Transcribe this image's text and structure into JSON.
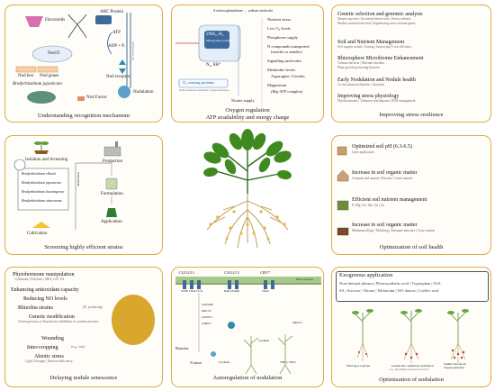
{
  "recognition": {
    "caption": "Understanding recognition mechanism",
    "flavonoids": "Flavonoids",
    "abc_protein": "ABC Protein",
    "atp": "ATP",
    "adp": "ADP + Pᵢ",
    "nod_d": "Nod D",
    "nod_box": "Nod box",
    "nod_genes": "Nod genes",
    "nod_receptor": "Nod receptor",
    "nodulation": "Nodulation",
    "bacterium": "Bradyrhizobium japonicum",
    "nod_factor": "Nod Factor",
    "side_labels": [
      "Soybean root cell",
      "Rhizobium"
    ]
  },
  "oxygen": {
    "caption_line1": "Oxygen regulation",
    "caption_line2": "ATP availability and energy charge",
    "top_label": "S-nitrosoglutathione ← sodium molecule",
    "reaction_left": "2NH₃, H₂",
    "enzyme": "Nitrogenase (complex)",
    "n2_label": "N₂, 8H⁺",
    "sensing_box": "O₂ sensing proteins",
    "sensing_sub": "Spatio-temporal regulation of gene expression",
    "nitrate_supply": "Nitrate supply",
    "list": [
      "Nutrient stress",
      "Low O₂ levels",
      "Phosphorus supply",
      "N compounds transported",
      "(ureides or amides)",
      "Signalling molecules",
      "Metabolite levels",
      "Asparagine | Ureides",
      "Magnesium",
      "(Mg-ATP complex)"
    ]
  },
  "resilience": {
    "caption": "Improving stress resilience",
    "sections": [
      {
        "head": "Genetic selection and genomic analysis",
        "sub": [
          "Deeper tap roots | Increased lateral roots | Stress tolerant",
          "Marker-assisted selection | Engineering stress tolerant genes"
        ]
      },
      {
        "head": "Soil and Nutrient Management",
        "sub": [
          "Soil organic matter | Liming | Improving N use efficiency"
        ]
      },
      {
        "head": "Rhizosphere Microbiome Enhancement",
        "sub": [
          "Tolerant bacteria | Efficient rhizobia",
          "Plant growth promoting bacteria"
        ]
      },
      {
        "head": "Early Nodulation and Nodule health",
        "sub": [
          "Co-inoculation (rhizobia + bacteria)"
        ]
      },
      {
        "head": "Improving stress physiology",
        "sub": [
          "Phytohormones | Tolerance mechanisms | ROS management"
        ]
      }
    ]
  },
  "screening": {
    "caption": "Screening highly efficient strains",
    "isolation": "Isolation and Screening",
    "strains": [
      "Bradyrhizobium elkanii",
      "Bradyrhizobium japonicum",
      "Bradyrhizobium liaoningense",
      "Bradyrhizobium ottawaense"
    ],
    "identification": "Identification",
    "cultivation": "Cultivation",
    "production": "Production",
    "formulation": "Formulation",
    "application": "Application"
  },
  "soil_health": {
    "caption": "Optimization of soil health",
    "items": [
      {
        "head": "Optimized soil pH (6.3-6.5)",
        "sub": "Lime application"
      },
      {
        "head": "Increase in soil organic matter",
        "sub": "Compost and manure | Biochar | Green manure"
      },
      {
        "head": "Efficient soil nutrient management",
        "sub": "P | Mg | Fe | Mo | Se | Zn"
      },
      {
        "head": "Increase in soil organic matter",
        "sub": "Minimum tillage | Mulching | Adequate moisture | Crop rotation"
      }
    ]
  },
  "senescence": {
    "caption": "Delaying nodule senescence",
    "items": [
      {
        "head": "Phytohormone manipulation",
        "sub": "Cytokinins | Ethylene | ABA | GA | SA"
      },
      {
        "head": "Enhancing antioxidant capacity",
        "sub": ""
      },
      {
        "head": "Reducing NO levels",
        "sub": ""
      },
      {
        "head": "Rhizobia strains",
        "sub": "(H₂ producing)"
      },
      {
        "head": "Genetic modification",
        "sub": "Overexpression of flavodoxin | Inhibition of cysteine protease"
      },
      {
        "head": "Wounding",
        "sub": ""
      },
      {
        "head": "Inter-cropping",
        "sub": "(e.g., oats)"
      },
      {
        "head": "Abiotic stress",
        "sub": "Light | Drought | Nutrient deficiency"
      }
    ]
  },
  "autoregulation": {
    "caption": "Autoregulation of nodulation",
    "header_labels": [
      "CLE12/13",
      "CLE12/13",
      "CEP1*",
      "Shoot receptors"
    ],
    "receptors": [
      "SUNN",
      "CRA2",
      "CLV2",
      "HAR1/NARK",
      "KLV",
      "CLV2",
      "CRA2",
      "RDN1"
    ],
    "mid_labels": [
      "miR2111",
      "TML1 | TML2",
      "Cytokinin",
      "(Shoot transported)"
    ],
    "root_labels": [
      "Rhizobia",
      "N status",
      "Cytokinin",
      "NIN",
      "NF-Y",
      "CLE-RS1/2",
      "CLE-RS3"
    ],
    "left_stack": [
      "GmNARK",
      "miR172c",
      "GmNNC1",
      "GmRIC1"
    ]
  },
  "nodulation_opt": {
    "caption": "Optimization of nodulation",
    "heading": "Exogenous application",
    "sub_lines": [
      "Non-thermal plasma | Photosynthetic acid | Tryptophan | IAA",
      "SA | Sucrose | Nitrate | Melatonin | NO donors | Caffeic acid"
    ],
    "plants": [
      "Wild type soybean",
      "Genetically optimized nodulation",
      "NARK Knockout Supernodulation"
    ],
    "plant_sub": "e.g., this/ability induced nod factors"
  },
  "colors": {
    "panel_border": "#e3a94a",
    "panel_fill": "#fffdf8",
    "accent_green": "#4f8a2b",
    "nodule_gold": "#d9a62e"
  }
}
